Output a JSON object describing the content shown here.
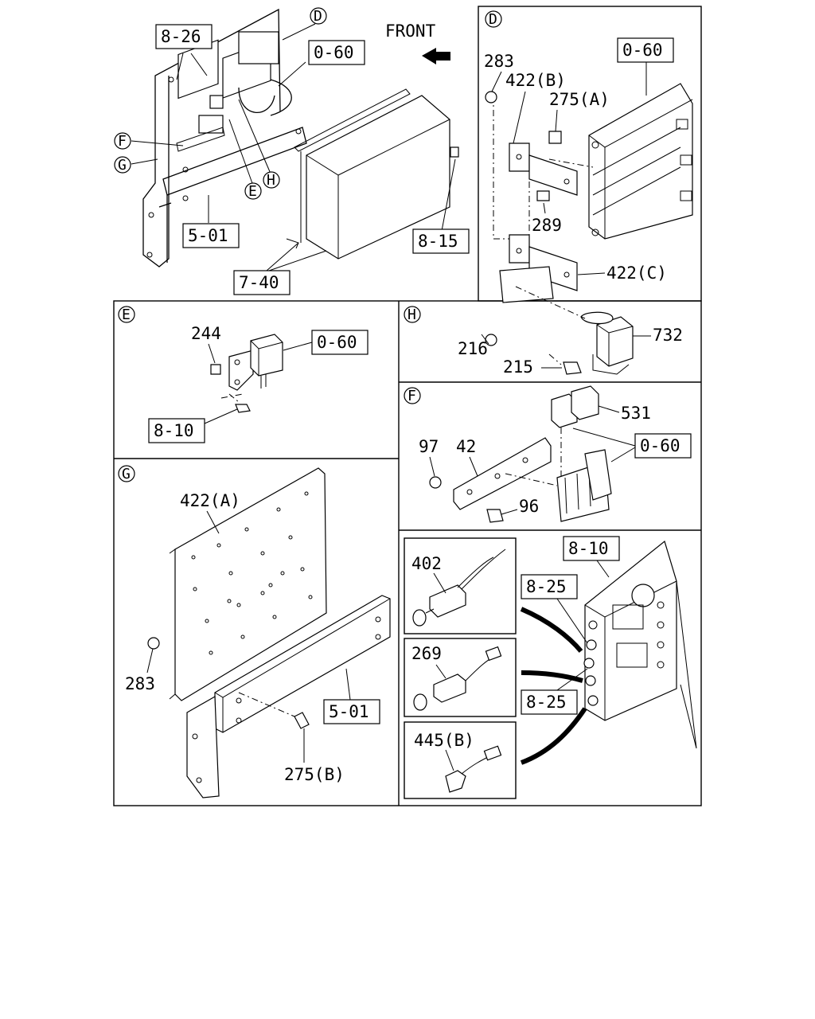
{
  "header": {
    "front_label": "FRONT"
  },
  "main_view": {
    "callouts": [
      "8-26",
      "0-60",
      "5-01",
      "7-40",
      "8-15"
    ],
    "circle_refs": [
      "D",
      "F",
      "G",
      "E",
      "H"
    ]
  },
  "panel_D": {
    "tag": "D",
    "parts": [
      "283",
      "422(B)",
      "275(A)",
      "289",
      "422(C)"
    ],
    "callout": "0-60"
  },
  "panel_E": {
    "tag": "E",
    "parts": [
      "244"
    ],
    "callouts": [
      "0-60",
      "8-10"
    ]
  },
  "panel_H": {
    "tag": "H",
    "parts": [
      "216",
      "215",
      "732"
    ]
  },
  "panel_F": {
    "tag": "F",
    "parts": [
      "97",
      "42",
      "96",
      "531"
    ],
    "callout": "0-60"
  },
  "panel_G": {
    "tag": "G",
    "parts": [
      "422(A)",
      "283",
      "275(B)"
    ],
    "callout": "5-01"
  },
  "panel_switches": {
    "parts": [
      "402",
      "269",
      "445(B)"
    ],
    "callouts": [
      "8-10",
      "8-25",
      "8-25"
    ]
  }
}
